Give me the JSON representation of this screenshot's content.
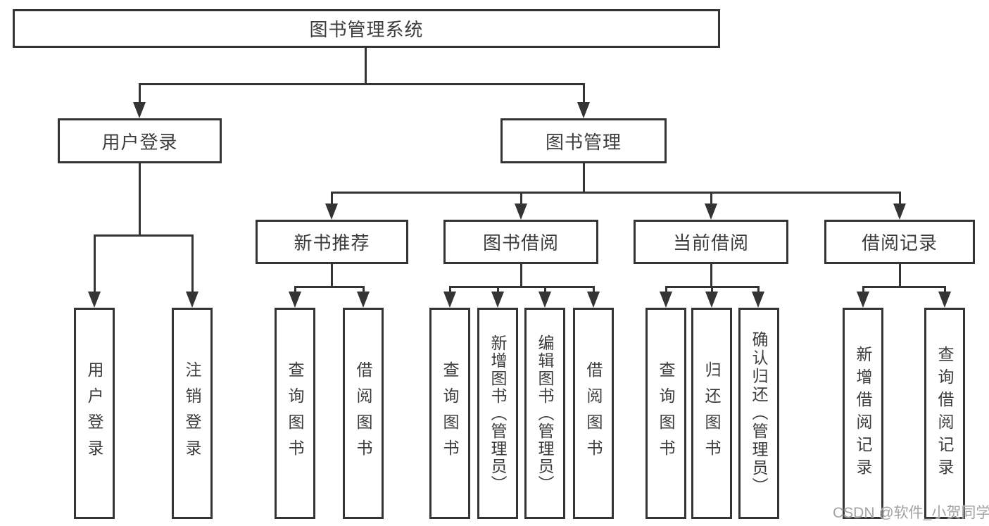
{
  "diagram": {
    "root": "图书管理系统",
    "level1": {
      "user_login": "用户登录",
      "book_mgmt": "图书管理"
    },
    "level2": {
      "new_book": "新书推荐",
      "book_borrow": "图书借阅",
      "current_borrow": "当前借阅",
      "borrow_record": "借阅记录"
    },
    "leaves": {
      "ul_login": "用户登录",
      "ul_logout": "注销登录",
      "nb_query": "查询图书",
      "nb_borrow": "借阅图书",
      "bb_query": "查询图书",
      "bb_add": "新增图书（管理员）",
      "bb_edit": "编辑图书（管理员）",
      "bb_borrow": "借阅图书",
      "cb_query": "查询图书",
      "cb_return": "归还图书",
      "cb_confirm": "确认归还（管理员）",
      "br_add": "新增借阅记录",
      "br_query": "查询借阅记录"
    }
  },
  "watermark": "CSDN @软件_小贺同学",
  "colors": {
    "line": "#343434",
    "text": "#3c3c3c",
    "background": "#ffffff",
    "watermark": "#a3a3a3"
  }
}
